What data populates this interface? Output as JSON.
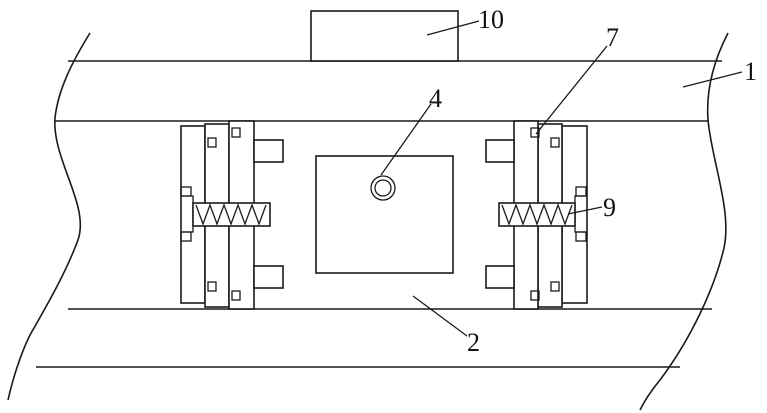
{
  "labels": {
    "part_1": "1",
    "part_2": "2",
    "part_4": "4",
    "part_7": "7",
    "part_9": "9",
    "part_10": "10"
  },
  "colors": {
    "line": "#1a1a1a",
    "background": "#ffffff"
  }
}
